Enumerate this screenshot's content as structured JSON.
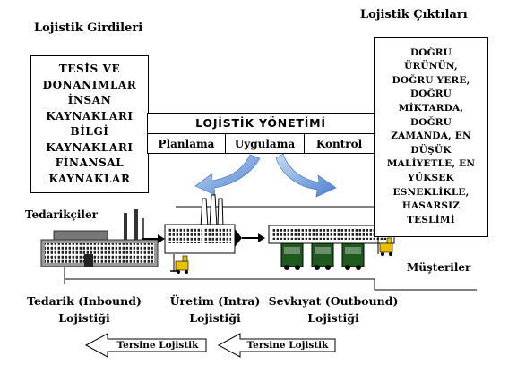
{
  "inputs": {
    "title": "Lojistik Girdileri",
    "lines": [
      "TESİS VE",
      "DONANIMLAR",
      "İNSAN",
      "KAYNAKLARI",
      "BİLGİ",
      "KAYNAKLARI",
      "FİNANSAL",
      "KAYNAKLAR"
    ]
  },
  "outputs": {
    "title": "Lojistik Çıktıları",
    "lines": [
      "DOĞRU",
      "ÜRÜNÜN,",
      "DOĞRU YERE,",
      "DOĞRU",
      "MİKTARDA,",
      "DOĞRU",
      "ZAMANDA, EN",
      "DÜŞÜK",
      "MALİYETLE, EN",
      "YÜKSEK",
      "ESNEKLİKLE,",
      "HASARSIZ",
      "TESLİMİ"
    ]
  },
  "management": {
    "title": "LOJİSTİK YÖNETİMİ",
    "stages": [
      "Planlama",
      "Uygulama",
      "Kontrol"
    ]
  },
  "actors": {
    "suppliers": "Tedarikçiler",
    "customers": "Müşteriler"
  },
  "logistics_stages": [
    {
      "line1": "Tedarik (Inbound)",
      "line2": "Lojistiği"
    },
    {
      "line1": "Üretim (Intra)",
      "line2": "Lojistiği"
    },
    {
      "line1": "Sevkıyat (Outbound)",
      "line2": "Lojistiği"
    }
  ],
  "reverse_logistics": [
    "Tersine Lojistik",
    "Tersine Lojistik"
  ],
  "colors": {
    "curved_arrow": "#5b8fd6",
    "lines": "#000000"
  },
  "icons": [
    "supplier-factory-icon",
    "production-plant-icon",
    "warehouse-icon",
    "truck-icon",
    "forklift-icon",
    "curved-arrow-icon"
  ]
}
